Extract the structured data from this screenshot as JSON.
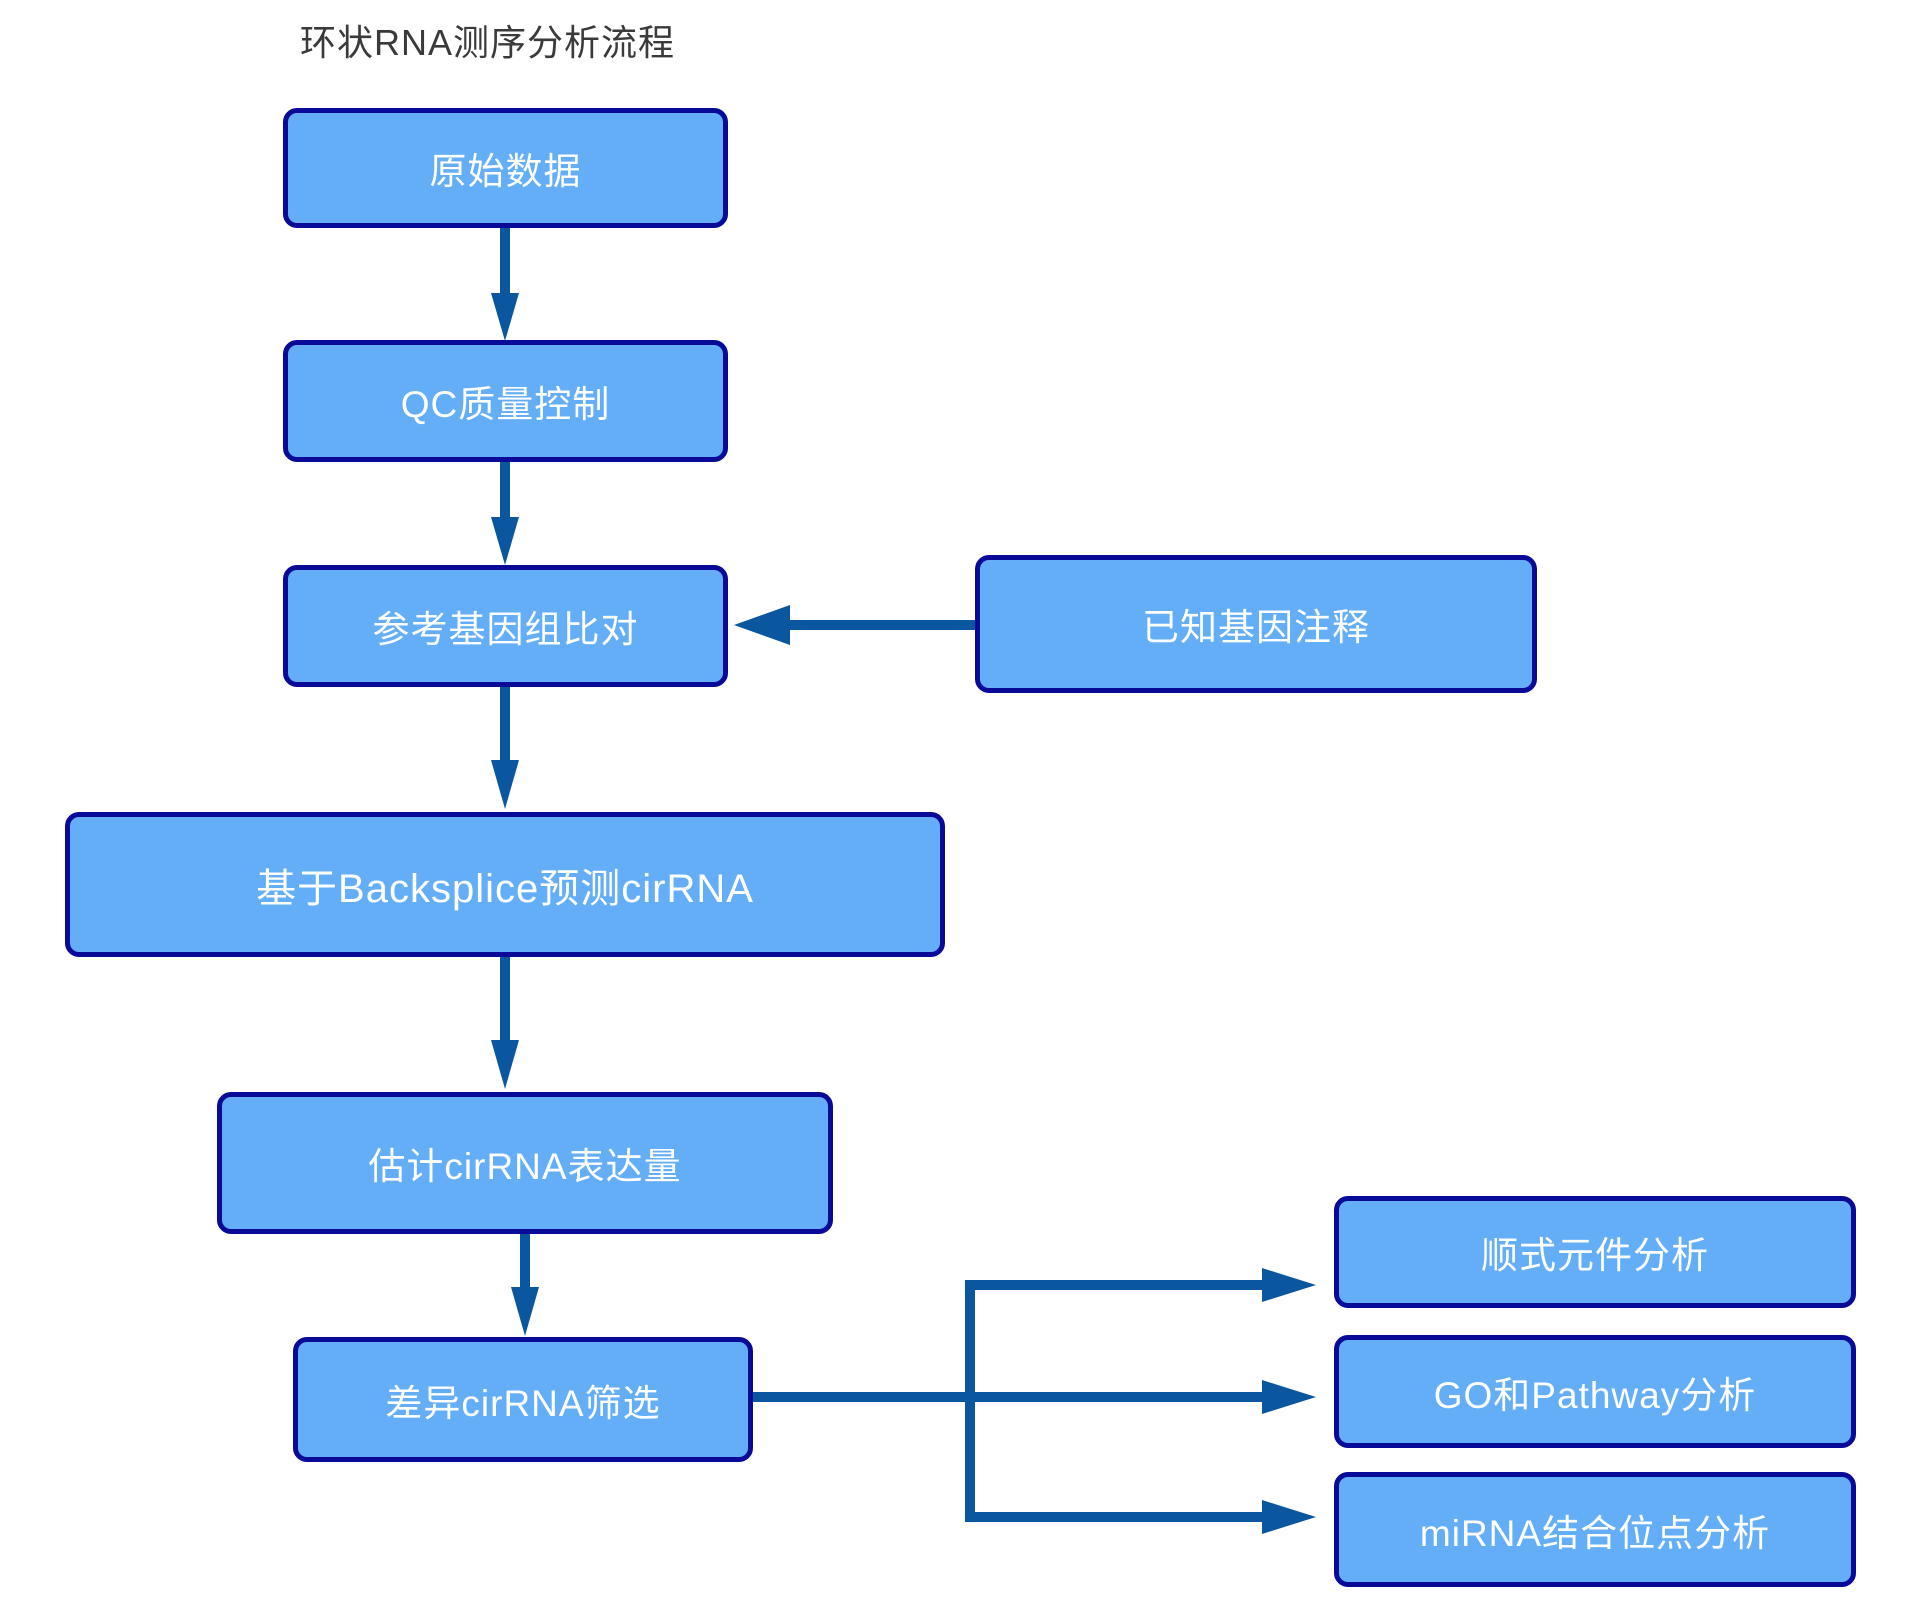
{
  "title": "环状RNA测序分析流程",
  "colors": {
    "box_fill": "#64aef7",
    "box_border": "#0a0a99",
    "box_text": "#ffffff",
    "arrow": "#0a57a0",
    "title_text": "#3a3a3a"
  },
  "flow": {
    "main_steps": [
      {
        "label": "原始数据"
      },
      {
        "label": "QC质量控制"
      },
      {
        "label": "参考基因组比对"
      },
      {
        "label": "基于Backsplice预测cirRNA"
      },
      {
        "label": "估计cirRNA表达量"
      },
      {
        "label": "差异cirRNA筛选"
      }
    ],
    "input": {
      "label": "已知基因注释"
    },
    "outputs": [
      {
        "label": "顺式元件分析"
      },
      {
        "label": "GO和Pathway分析"
      },
      {
        "label": "miRNA结合位点分析"
      }
    ]
  }
}
